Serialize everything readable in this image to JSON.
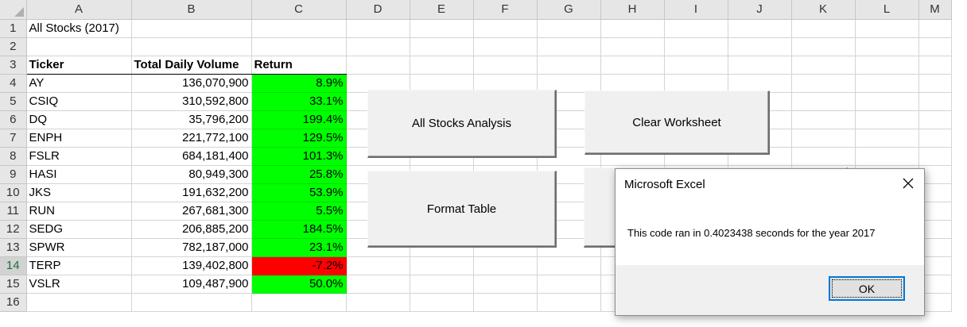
{
  "columns": [
    "A",
    "B",
    "C",
    "D",
    "E",
    "F",
    "G",
    "H",
    "I",
    "J",
    "K",
    "L",
    "M"
  ],
  "rows": [
    {
      "num": "1",
      "a": "All Stocks (2017)",
      "b": "",
      "c": "",
      "type": "title"
    },
    {
      "num": "2",
      "a": "",
      "b": "",
      "c": "",
      "type": "blank"
    },
    {
      "num": "3",
      "a": "Ticker",
      "b": "Total Daily Volume",
      "c": "Return",
      "type": "header"
    },
    {
      "num": "4",
      "a": "AY",
      "b": "136,070,900",
      "c": "8.9%",
      "type": "pos"
    },
    {
      "num": "5",
      "a": "CSIQ",
      "b": "310,592,800",
      "c": "33.1%",
      "type": "pos"
    },
    {
      "num": "6",
      "a": "DQ",
      "b": "35,796,200",
      "c": "199.4%",
      "type": "pos"
    },
    {
      "num": "7",
      "a": "ENPH",
      "b": "221,772,100",
      "c": "129.5%",
      "type": "pos"
    },
    {
      "num": "8",
      "a": "FSLR",
      "b": "684,181,400",
      "c": "101.3%",
      "type": "pos"
    },
    {
      "num": "9",
      "a": "HASI",
      "b": "80,949,300",
      "c": "25.8%",
      "type": "pos"
    },
    {
      "num": "10",
      "a": "JKS",
      "b": "191,632,200",
      "c": "53.9%",
      "type": "pos"
    },
    {
      "num": "11",
      "a": "RUN",
      "b": "267,681,300",
      "c": "5.5%",
      "type": "pos"
    },
    {
      "num": "12",
      "a": "SEDG",
      "b": "206,885,200",
      "c": "184.5%",
      "type": "pos"
    },
    {
      "num": "13",
      "a": "SPWR",
      "b": "782,187,000",
      "c": "23.1%",
      "type": "pos"
    },
    {
      "num": "14",
      "a": "TERP",
      "b": "139,402,800",
      "c": "-7.2%",
      "type": "neg"
    },
    {
      "num": "15",
      "a": "VSLR",
      "b": "109,487,900",
      "c": "50.0%",
      "type": "pos"
    },
    {
      "num": "16",
      "a": "",
      "b": "",
      "c": "",
      "type": "blank"
    }
  ],
  "selected_row": "14",
  "buttons": {
    "all_stocks": "All Stocks Analysis",
    "clear": "Clear Worksheet",
    "format": "Format Table"
  },
  "dialog": {
    "title": "Microsoft Excel",
    "message": "This code ran in 0.4023438 seconds for the year 2017",
    "ok": "OK"
  },
  "colors": {
    "positive_fill": "#00ff00",
    "negative_fill": "#ff0000",
    "header_bg": "#e6e6e6",
    "focus_border": "#0078d7"
  }
}
